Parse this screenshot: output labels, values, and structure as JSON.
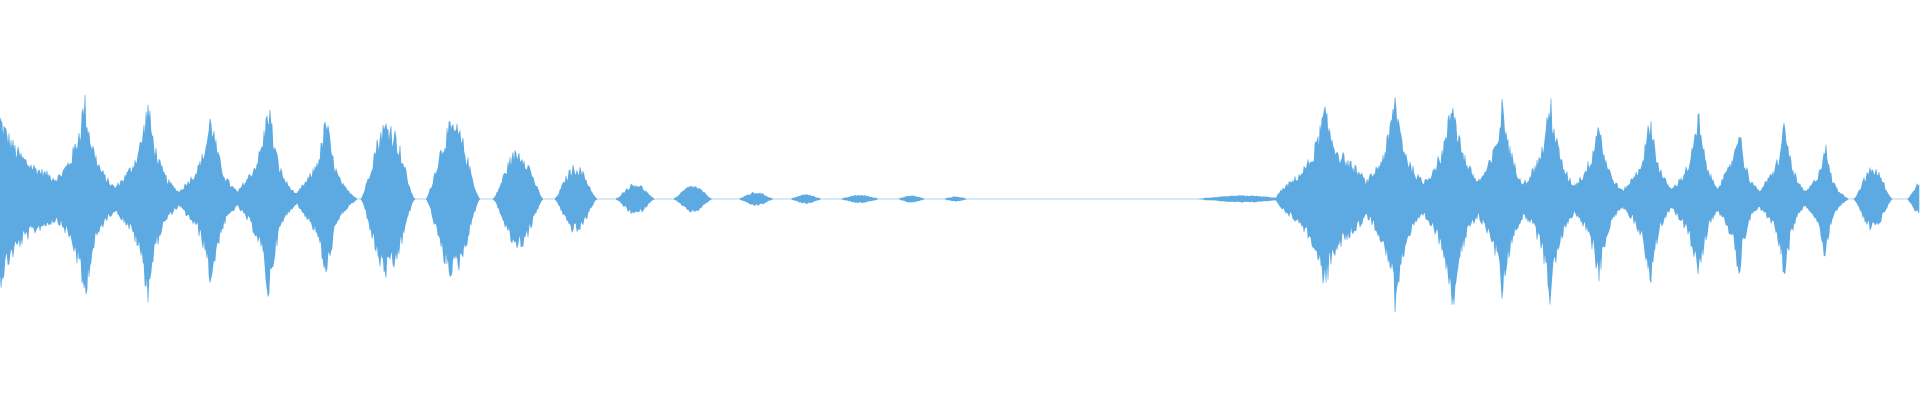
{
  "waveform": {
    "color": "#5DA9E1",
    "background": "#ffffff",
    "segments": [
      {
        "shape": "plateau",
        "center": 0.0,
        "halfwidth": 0.042,
        "peak": 0.78,
        "sustain": 0.22
      },
      {
        "shape": "plateau",
        "center": 0.044,
        "halfwidth": 0.022,
        "peak": 0.95,
        "sustain": 0.06
      },
      {
        "shape": "plateau",
        "center": 0.077,
        "halfwidth": 0.02,
        "peak": 0.92,
        "sustain": 0.05
      },
      {
        "shape": "plateau",
        "center": 0.11,
        "halfwidth": 0.018,
        "peak": 0.82,
        "sustain": 0.04
      },
      {
        "shape": "plateau",
        "center": 0.14,
        "halfwidth": 0.017,
        "peak": 0.94,
        "sustain": 0.03
      },
      {
        "shape": "plateau",
        "center": 0.17,
        "halfwidth": 0.016,
        "peak": 0.8,
        "sustain": 0.03
      },
      {
        "shape": "bump",
        "center": 0.202,
        "halfwidth": 0.014,
        "peak": 0.7
      },
      {
        "shape": "bump",
        "center": 0.236,
        "halfwidth": 0.014,
        "peak": 0.68
      },
      {
        "shape": "bump",
        "center": 0.27,
        "halfwidth": 0.013,
        "peak": 0.44
      },
      {
        "shape": "bump",
        "center": 0.3,
        "halfwidth": 0.011,
        "peak": 0.3
      },
      {
        "shape": "bump",
        "center": 0.331,
        "halfwidth": 0.01,
        "peak": 0.14
      },
      {
        "shape": "bump",
        "center": 0.361,
        "halfwidth": 0.01,
        "peak": 0.12
      },
      {
        "shape": "bump",
        "center": 0.394,
        "halfwidth": 0.009,
        "peak": 0.06
      },
      {
        "shape": "bump",
        "center": 0.42,
        "halfwidth": 0.008,
        "peak": 0.04
      },
      {
        "shape": "bump",
        "center": 0.448,
        "halfwidth": 0.01,
        "peak": 0.035
      },
      {
        "shape": "bump",
        "center": 0.475,
        "halfwidth": 0.007,
        "peak": 0.03
      },
      {
        "shape": "bump",
        "center": 0.498,
        "halfwidth": 0.006,
        "peak": 0.02
      },
      {
        "shape": "bump",
        "center": 0.648,
        "halfwidth": 0.024,
        "peak": 0.03
      },
      {
        "shape": "plateau",
        "center": 0.69,
        "halfwidth": 0.025,
        "peak": 0.84,
        "sustain": 0.3
      },
      {
        "shape": "plateau",
        "center": 0.727,
        "halfwidth": 0.02,
        "peak": 0.98,
        "sustain": 0.12
      },
      {
        "shape": "plateau",
        "center": 0.757,
        "halfwidth": 0.02,
        "peak": 1.0,
        "sustain": 0.1
      },
      {
        "shape": "plateau",
        "center": 0.783,
        "halfwidth": 0.018,
        "peak": 0.92,
        "sustain": 0.08
      },
      {
        "shape": "plateau",
        "center": 0.808,
        "halfwidth": 0.018,
        "peak": 0.96,
        "sustain": 0.07
      },
      {
        "shape": "plateau",
        "center": 0.833,
        "halfwidth": 0.017,
        "peak": 0.78,
        "sustain": 0.05
      },
      {
        "shape": "plateau",
        "center": 0.86,
        "halfwidth": 0.016,
        "peak": 0.8,
        "sustain": 0.05
      },
      {
        "shape": "plateau",
        "center": 0.885,
        "halfwidth": 0.016,
        "peak": 0.8,
        "sustain": 0.04
      },
      {
        "shape": "plateau",
        "center": 0.906,
        "halfwidth": 0.015,
        "peak": 0.72,
        "sustain": 0.04
      },
      {
        "shape": "plateau",
        "center": 0.93,
        "halfwidth": 0.015,
        "peak": 0.74,
        "sustain": 0.03
      },
      {
        "shape": "plateau",
        "center": 0.951,
        "halfwidth": 0.012,
        "peak": 0.55,
        "sustain": 0.03
      },
      {
        "shape": "bump",
        "center": 0.976,
        "halfwidth": 0.01,
        "peak": 0.28
      },
      {
        "shape": "bump",
        "center": 1.0,
        "halfwidth": 0.006,
        "peak": 0.14
      }
    ]
  }
}
